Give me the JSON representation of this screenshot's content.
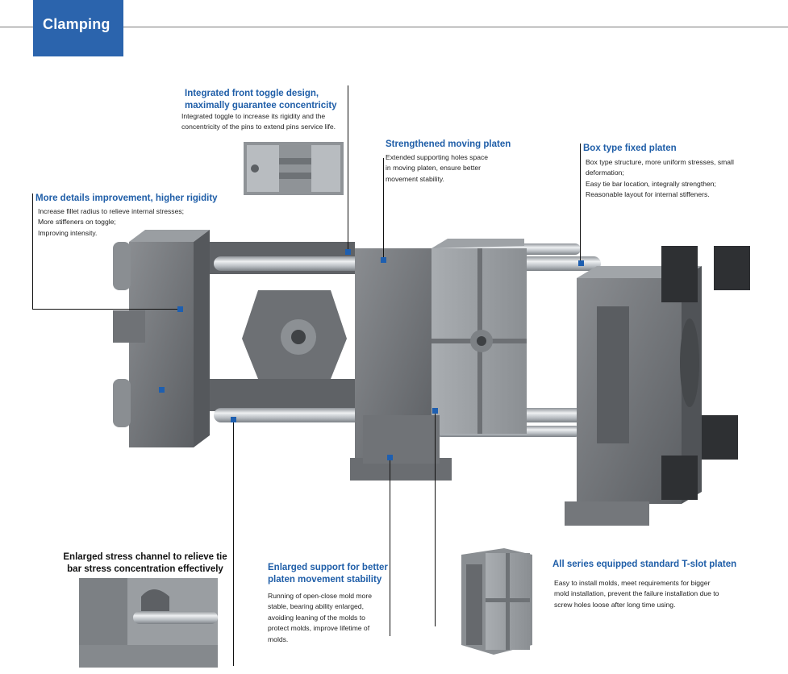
{
  "header": {
    "title": "Clamping"
  },
  "colors": {
    "accent": "#2b64ad",
    "title_text": "#1f5ea8",
    "machine_body": "#6b6e72",
    "tie_bar": "#c9cdd1"
  },
  "features": {
    "toggle": {
      "title_1": "Integrated front toggle design,",
      "title_2": "maximally guarantee concentricity",
      "text_1": "Integrated toggle to increase its rigidity and the",
      "text_2": "concentricity of the pins to extend pins service life."
    },
    "moving_platen": {
      "title": "Strengthened moving platen",
      "text_1": "Extended supporting holes space",
      "text_2": "in moving platen, ensure better",
      "text_3": "movement stability."
    },
    "fixed_platen": {
      "title": "Box type fixed platen",
      "text_1": "Box type structure, more uniform stresses, small",
      "text_2": "deformation;",
      "text_3": "Easy tie bar location, integrally strengthen;",
      "text_4": "Reasonable layout for internal stiffeners."
    },
    "rigidity": {
      "title": "More details improvement, higher rigidity",
      "text_1": "Increase fillet radius to relieve internal stresses;",
      "text_2": "More stiffeners on toggle;",
      "text_3": "Improving intensity."
    },
    "stress_channel": {
      "title_1": "Enlarged stress channel to relieve tie",
      "title_2": "bar stress concentration effectively"
    },
    "support": {
      "title_1": "Enlarged support for better",
      "title_2": "platen movement stability",
      "text_1": "Running of open-close mold more",
      "text_2": "stable, bearing ability enlarged,",
      "text_3": "avoiding leaning of the molds to",
      "text_4": "protect molds, improve lifetime of",
      "text_5": "molds."
    },
    "tslot": {
      "title": "All series equipped standard T-slot platen",
      "text_1": "Easy to install molds, meet requirements for bigger",
      "text_2": "mold installation, prevent the failure installation due to",
      "text_3": "screw holes loose after long time using."
    }
  }
}
